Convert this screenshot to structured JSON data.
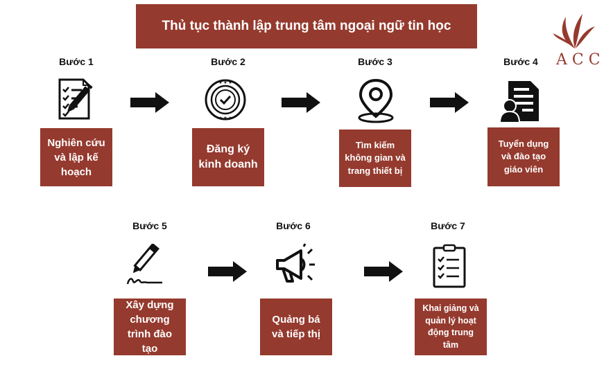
{
  "title": "Thủ tục thành lập trung tâm ngoại ngữ tin học",
  "logo": {
    "text": "ACC",
    "icon": "flame-leaf-logo"
  },
  "colors": {
    "brand": "#953a2e",
    "text": "#111111"
  },
  "steps": [
    {
      "label": "Bước 1",
      "text": "Nghiên cứu và lập kế hoạch",
      "icon": "checklist-pen-icon"
    },
    {
      "label": "Bước 2",
      "text": "Đăng ký kinh doanh",
      "icon": "approval-badge-icon"
    },
    {
      "label": "Bước 3",
      "text": "Tìm kiếm không gian và trang thiết bị",
      "icon": "location-pin-icon"
    },
    {
      "label": "Bước 4",
      "text": "Tuyển dụng và đào tạo giáo viên",
      "icon": "resume-icon"
    },
    {
      "label": "Bước 5",
      "text": "Xây dựng chương trình đào tạo",
      "icon": "pen-signature-icon"
    },
    {
      "label": "Bước 6",
      "text": "Quảng bá và tiếp thị",
      "icon": "megaphone-icon"
    },
    {
      "label": "Bước 7",
      "text": "Khai giảng và quản lý hoạt động trung tâm",
      "icon": "clipboard-checklist-icon"
    }
  ]
}
